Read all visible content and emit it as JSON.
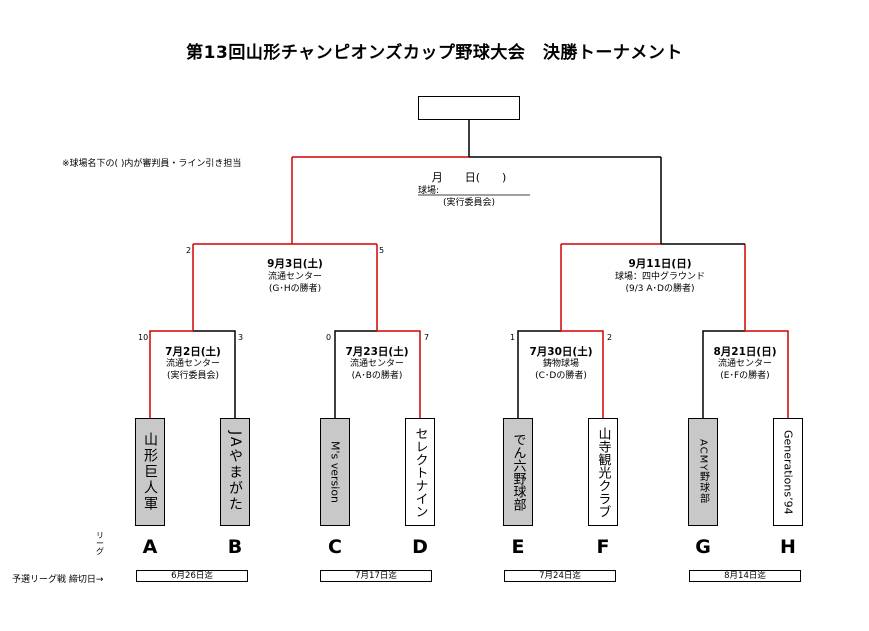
{
  "title": "第13回山形チャンピオンズカップ野球大会　決勝トーナメント",
  "note": "※球場名下の( )内が審判員・ライン引き担当",
  "final": {
    "date": "月　　日(　　)",
    "venue": "球場:",
    "umpire": "(実行委員会)"
  },
  "semis": [
    {
      "date": "9月3日(土)",
      "venue": "流通センター",
      "umpire": "(G･Hの勝者)",
      "score_left": "2",
      "score_right": "5"
    },
    {
      "date": "9月11日(日)",
      "venue": "球場：四中グラウンド",
      "umpire": "(9/3 A･Dの勝者)"
    }
  ],
  "quarters": [
    {
      "date": "7月2日(土)",
      "venue": "流通センター",
      "umpire": "(実行委員会)",
      "score_left": "10",
      "score_right": "3"
    },
    {
      "date": "7月23日(土)",
      "venue": "流通センター",
      "umpire": "(A･Bの勝者)",
      "score_left": "0",
      "score_right": "7"
    },
    {
      "date": "7月30日(土)",
      "venue": "鋳物球場",
      "umpire": "(C･Dの勝者)",
      "score_left": "1",
      "score_right": "2"
    },
    {
      "date": "8月21日(日)",
      "venue": "流通センター",
      "umpire": "(E･Fの勝者)"
    }
  ],
  "teams": [
    {
      "name": "山形巨人軍",
      "letter": "A"
    },
    {
      "name": "JAやまがた",
      "letter": "B"
    },
    {
      "name": "M's version",
      "letter": "C"
    },
    {
      "name": "セレクトナイン",
      "letter": "D"
    },
    {
      "name": "でん六野球部",
      "letter": "E"
    },
    {
      "name": "山寺観光クラブ",
      "letter": "F"
    },
    {
      "name": "ACMY野球部",
      "letter": "G"
    },
    {
      "name": "Generations’94",
      "letter": "H"
    }
  ],
  "league_label": "リーグ",
  "deadline_label": "予選リーグ戦 締切日→",
  "deadlines": [
    "6月26日迄",
    "7月17日迄",
    "7月24日迄",
    "8月14日迄"
  ],
  "colors": {
    "win": "#d40000",
    "line": "#000000",
    "team_fill": "#c8c8c8"
  }
}
